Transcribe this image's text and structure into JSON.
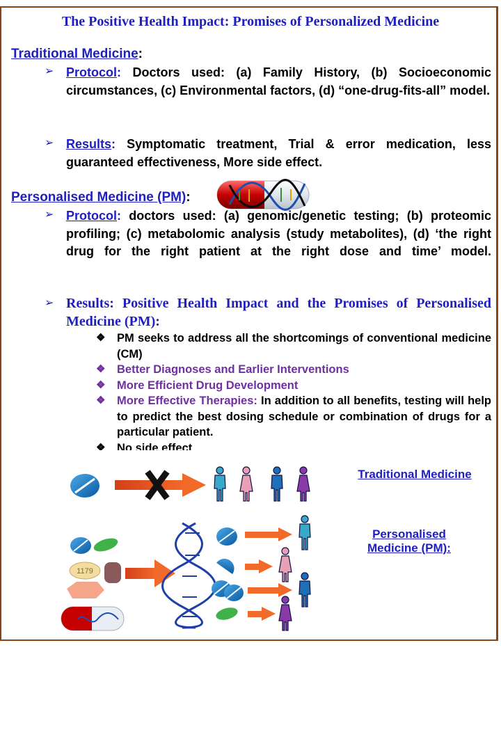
{
  "title": "The Positive Health Impact: Promises of Personalized Medicine",
  "traditional": {
    "heading": "Traditional Medicine",
    "protocol_label": "Protocol",
    "protocol_text": "Doctors used: (a) Family History, (b) Socioeconomic circumstances, (c) Environmental factors, (d) “one-drug-fits-all” model.",
    "results_label": "Results",
    "results_text": "Symptomatic treatment, Trial & error medication, less guaranteed effectiveness, More side effect."
  },
  "personalised": {
    "heading": "Personalised Medicine (PM)",
    "protocol_label": "Protocol",
    "protocol_text": "doctors used: (a) genomic/genetic testing; (b) proteomic profiling; (c) metabolomic analysis (study metabolites), (d) ‘the right drug for the right patient at the right dose and time’ model.",
    "results_heading": "Results: Positive Health Impact  and the Promises of Personalised Medicine (PM):",
    "items": [
      {
        "lead": "",
        "text": "PM seeks to address all the shortcomings of conventional medicine (CM)"
      },
      {
        "lead": "Better Diagnoses and Earlier Interventions",
        "text": ""
      },
      {
        "lead": "More Efficient Drug Development",
        "text": ""
      },
      {
        "lead": "More Effective Therapies:",
        "text": " In addition to all benefits, testing will help to predict the best dosing schedule or combination of drugs for a particular patient."
      },
      {
        "lead": "",
        "text": "No side effect"
      }
    ]
  },
  "diagram": {
    "traditional_label": "Traditional Medicine",
    "personalised_label_line1": "Personalised",
    "personalised_label_line2": "Medicine (PM):",
    "pill_text": "1179"
  },
  "colors": {
    "heading_blue": "#1f1fbf",
    "purple": "#7030a0",
    "frame_brown": "#8b4513",
    "arrow_orange": "#f05a1a"
  }
}
